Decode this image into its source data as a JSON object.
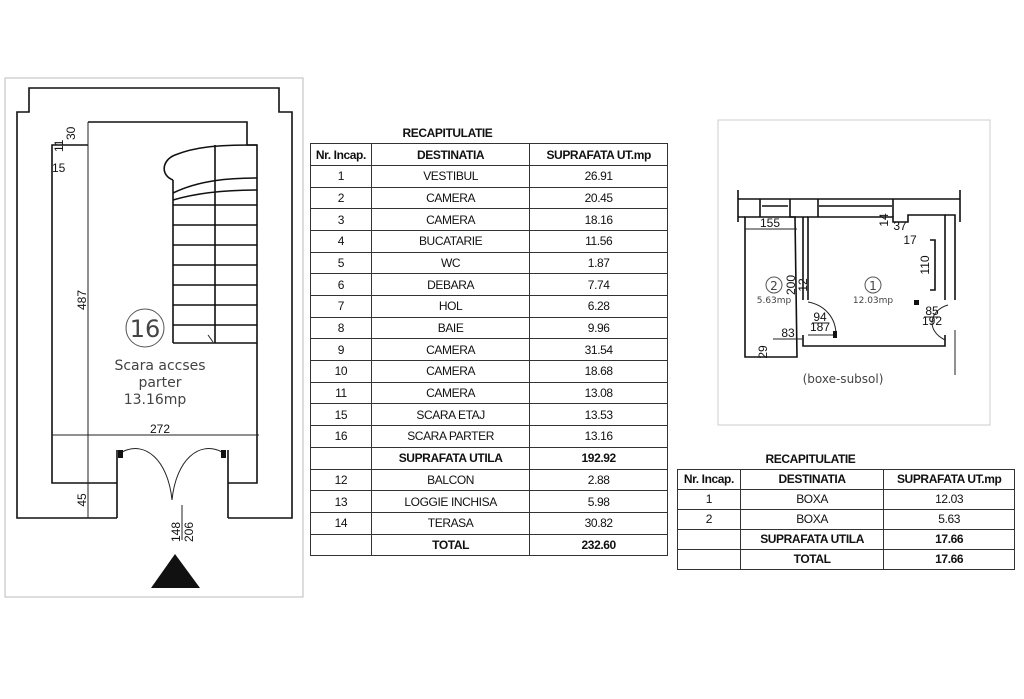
{
  "left_plan": {
    "room_number": "16",
    "room_name_line1": "Scara accses",
    "room_name_line2": "parter",
    "room_area": "13.16mp",
    "dims": {
      "d487": "487",
      "d272": "272",
      "d45": "45",
      "d15": "15",
      "d11": "11",
      "d30": "30",
      "door_w": "148",
      "door_h": "206"
    }
  },
  "main_table": {
    "title": "RECAPITULATIE",
    "headers": [
      "Nr. Incap.",
      "DESTINATIA",
      "SUPRAFATA UT.mp"
    ],
    "rows": [
      [
        "1",
        "VESTIBUL",
        "26.91"
      ],
      [
        "2",
        "CAMERA",
        "20.45"
      ],
      [
        "3",
        "CAMERA",
        "18.16"
      ],
      [
        "4",
        "BUCATARIE",
        "11.56"
      ],
      [
        "5",
        "WC",
        "1.87"
      ],
      [
        "6",
        "DEBARA",
        "7.74"
      ],
      [
        "7",
        "HOL",
        "6.28"
      ],
      [
        "8",
        "BAIE",
        "9.96"
      ],
      [
        "9",
        "CAMERA",
        "31.54"
      ],
      [
        "10",
        "CAMERA",
        "18.68"
      ],
      [
        "11",
        "CAMERA",
        "13.08"
      ],
      [
        "15",
        "SCARA ETAJ",
        "13.53"
      ],
      [
        "16",
        "SCARA PARTER",
        "13.16"
      ],
      [
        "",
        "SUPRAFATA UTILA",
        "192.92"
      ],
      [
        "12",
        "BALCON",
        "2.88"
      ],
      [
        "13",
        "LOGGIE INCHISA",
        "5.98"
      ],
      [
        "14",
        "TERASA",
        "30.82"
      ],
      [
        "",
        "TOTAL",
        "232.60"
      ]
    ]
  },
  "right_plan": {
    "caption": "(boxe-subsol)",
    "room1": {
      "number": "1",
      "area": "12.03mp"
    },
    "room2": {
      "number": "2",
      "area": "5.63mp"
    },
    "dims": {
      "d155": "155",
      "d200": "200",
      "d12": "12",
      "d83": "83",
      "d29": "29",
      "d37": "37",
      "d17": "17",
      "d14": "14",
      "d110": "110",
      "door1_w": "94",
      "door1_h": "187",
      "door2_w": "85",
      "door2_h": "192"
    }
  },
  "sub_table": {
    "title": "RECAPITULATIE",
    "headers": [
      "Nr. Incap.",
      "DESTINATIA",
      "SUPRAFATA UT.mp"
    ],
    "rows": [
      [
        "1",
        "BOXA",
        "12.03"
      ],
      [
        "2",
        "BOXA",
        "5.63"
      ],
      [
        "",
        "SUPRAFATA UTILA",
        "17.66"
      ],
      [
        "",
        "TOTAL",
        "17.66"
      ]
    ]
  }
}
